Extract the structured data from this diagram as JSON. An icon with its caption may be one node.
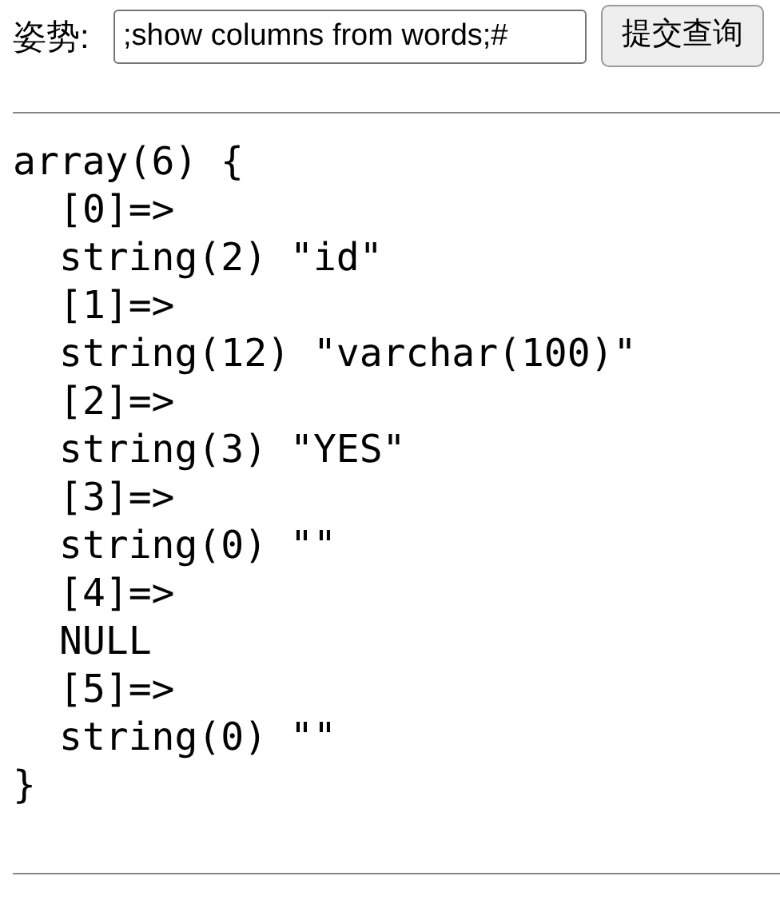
{
  "diagram": {
    "labels": [
      "姿势:",
      ";show columns from words;#",
      "提交查询",
      "array(6) {",
      "[0]=>",
      "string(2) \"id\"",
      "[1]=>",
      "string(12) \"varchar(100)\"",
      "[2]=>",
      "string(3) \"YES\"",
      "[3]=>",
      "string(0) \"\"",
      "[4]=>",
      "NULL",
      "[5]=>",
      "string(0) \"\"",
      "}"
    ]
  }
}
